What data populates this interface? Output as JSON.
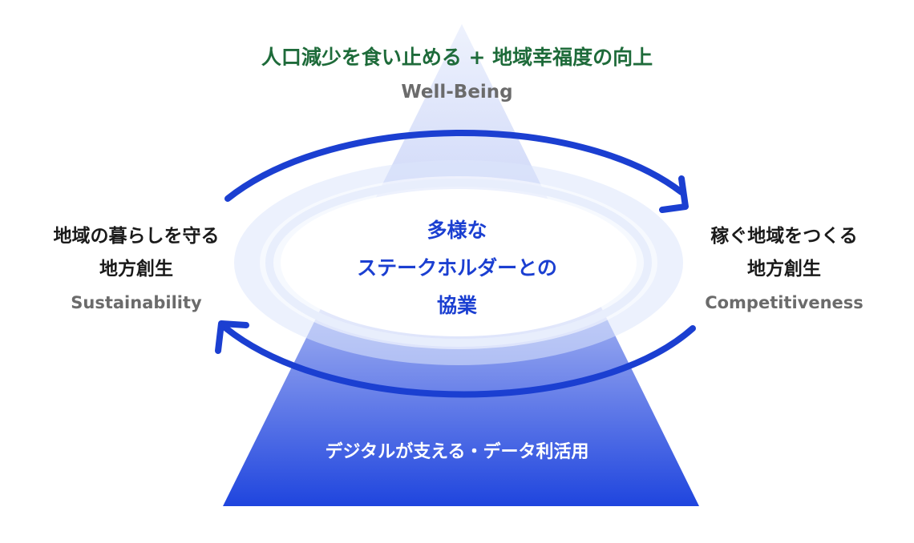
{
  "top": {
    "title": "人口減少を食い止める + 地域幸福度の向上",
    "subtitle": "Well-Being"
  },
  "left": {
    "line1": "地域の暮らしを守る",
    "line2": "地方創生",
    "line3": "Sustainability"
  },
  "right": {
    "line1": "稼ぐ地域をつくる",
    "line2": "地方創生",
    "line3": "Competitiveness"
  },
  "center": {
    "line1": "多様な",
    "line2": "ステークホルダーとの",
    "line3": "協業"
  },
  "base": {
    "label": "デジタルが支える・データ利活用"
  },
  "colors": {
    "green_heading": "#1e6b3a",
    "blue_text": "#1b3fd1",
    "arrow_blue": "#1b3fd1",
    "gray_sub": "#6b6b6b"
  }
}
